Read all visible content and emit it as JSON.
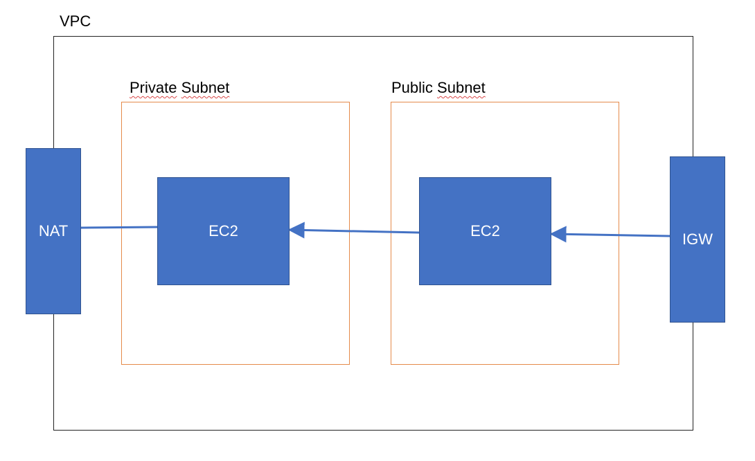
{
  "diagram": {
    "vpc_label": "VPC",
    "subnets": {
      "private_label_word1": "Private",
      "private_label_word2": "Subnet",
      "public_label_word1": "Public",
      "public_label_word2": "Subnet"
    },
    "nodes": {
      "nat": "NAT",
      "ec2_private": "EC2",
      "ec2_public": "EC2",
      "igw": "IGW"
    },
    "connections": [
      {
        "from": "igw",
        "to": "ec2_public",
        "arrow": true
      },
      {
        "from": "ec2_public",
        "to": "ec2_private",
        "arrow": true
      },
      {
        "from": "ec2_private",
        "to": "nat",
        "arrow": false
      }
    ],
    "colors": {
      "node_fill": "#4472c4",
      "node_border": "#2f528f",
      "subnet_border": "#e58a4a",
      "vpc_border": "#222222",
      "connector": "#4472c4",
      "spellcheck_underline": "#d94848"
    }
  }
}
